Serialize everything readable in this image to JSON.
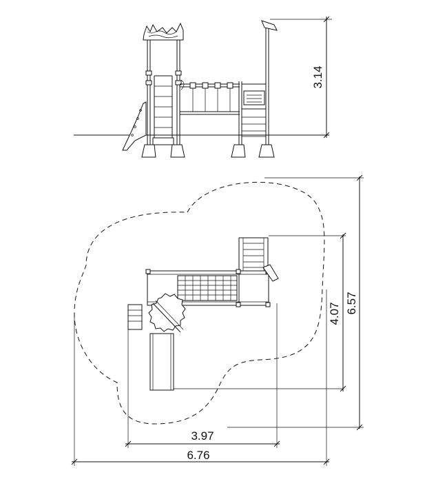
{
  "dimensions": {
    "elevation_height": "3.14",
    "plan_depth_structure": "4.07",
    "plan_depth_safety": "6.57",
    "plan_width_structure": "3.97",
    "plan_width_safety": "6.76"
  },
  "colors": {
    "line": "#111111",
    "background": "#ffffff"
  }
}
